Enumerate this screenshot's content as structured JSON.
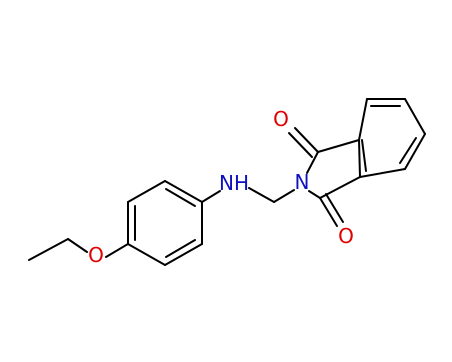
{
  "molecule": {
    "atoms": {
      "nitrogen_imide": "N",
      "nitrogen_amine": "NH",
      "oxygen_carbonyl_top": "O",
      "oxygen_carbonyl_bottom": "O",
      "oxygen_ether": "O"
    },
    "colors": {
      "bond": "#000000",
      "nitrogen": "#1010c0",
      "oxygen": "#e00000",
      "background": "#ffffff"
    }
  }
}
